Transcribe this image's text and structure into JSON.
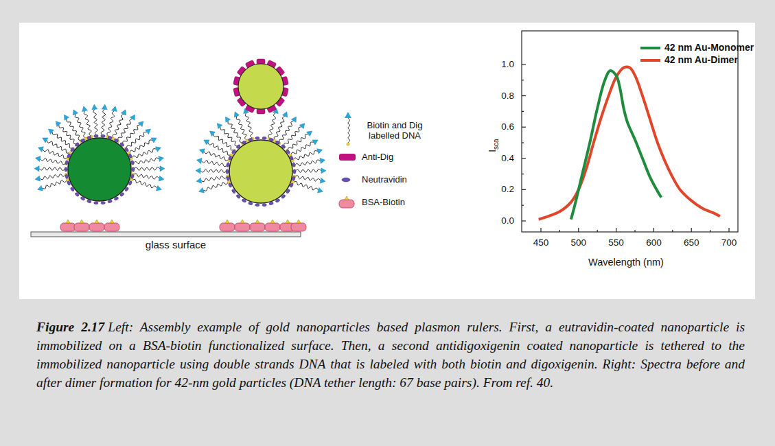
{
  "diagram": {
    "caption": "Left: Assembly example of gold nanoparticles based plasmon rulers. First, a eutravidin-coated nanoparticle is immobilized on a BSA-biotin functionalized surface. Then, a second antidigoxigenin coated nanoparticle is tethered to the immobilized nanoparticle using double strands DNA that is labeled with both biotin and digoxigenin. Right: Spectra before and after dimer formation for 42-nm gold particles (DNA tether length: 67 base pairs). From ref. 40.",
    "labels": [
      "glass surface",
      "0.0",
      "0.2",
      "0.4",
      "0.6",
      "0.8",
      "1.0",
      "450",
      "500",
      "550",
      "600",
      "650",
      "700",
      "Wavelength (nm)",
      "I",
      "sca",
      "Figure 2.17"
    ],
    "legend": [
      {
        "text": "Biotin and Dig labelled DNA"
      },
      {
        "text": "Anti-Dig"
      },
      {
        "text": "Neutravidin"
      },
      {
        "text": "BSA-Biotin"
      },
      {
        "text": "42 nm Au-Monomer"
      },
      {
        "text": "42 nm Au-Dimer"
      }
    ]
  }
}
